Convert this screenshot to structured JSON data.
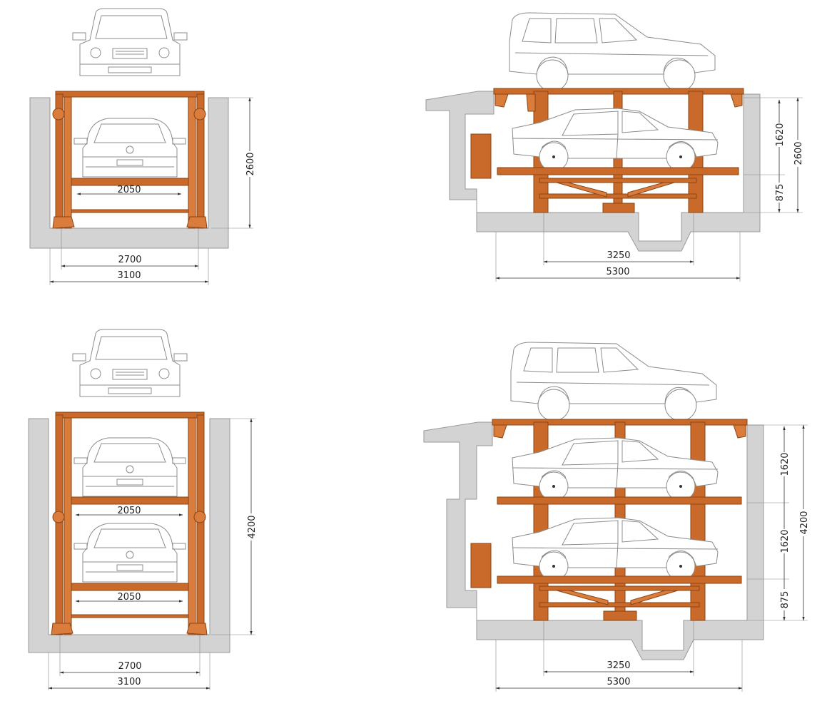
{
  "colors": {
    "steel": "#c96a2b",
    "concrete": "#d3d3d3",
    "car_outline": "#8c8c8c"
  },
  "front_2level": {
    "platform_width": "2050",
    "post_spacing": "2700",
    "pit_width": "3100",
    "height": "2600"
  },
  "side_2level": {
    "upper_level": "1620",
    "lower_level": "875",
    "height": "2600",
    "post_spacing": "3250",
    "pit_length": "5300"
  },
  "front_3level": {
    "platform_width_upper": "2050",
    "platform_width_lower": "2050",
    "post_spacing": "2700",
    "pit_width": "3100",
    "height": "4200"
  },
  "side_3level": {
    "upper_level": "1620",
    "middle_level": "1620",
    "lower_level": "875",
    "height": "4200",
    "post_spacing": "3250",
    "pit_length": "5300"
  }
}
